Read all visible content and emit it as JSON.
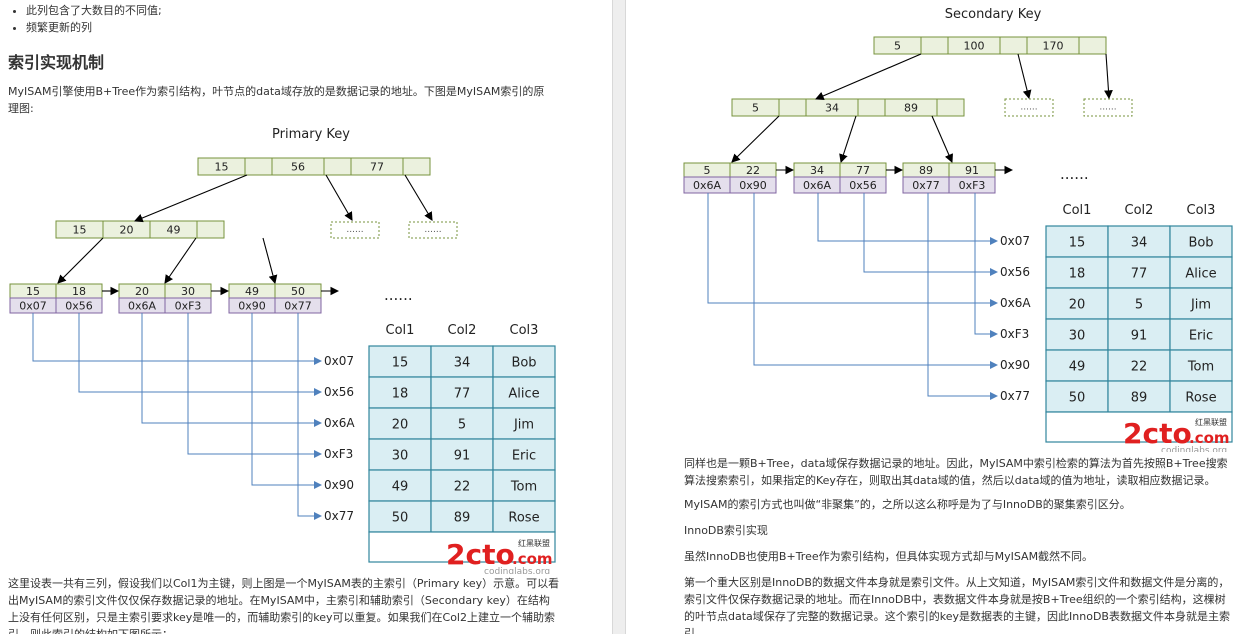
{
  "left": {
    "bullets": [
      "此列包含了大数目的不同值;",
      "频繁更新的列"
    ],
    "heading": "索引实现机制",
    "intro": "MyISAM引擎使用B+Tree作为索引结构，叶节点的data域存放的是数据记录的地址。下图是MyISAM索引的原理图:",
    "diagram": {
      "title": "Primary Key",
      "root": [
        "15",
        "",
        "56",
        "",
        "77",
        ""
      ],
      "mid": [
        "15",
        "20",
        "49",
        ""
      ],
      "placeholder": "......",
      "leaves": [
        {
          "keys": [
            "15",
            "18"
          ],
          "addrs": [
            "0x07",
            "0x56"
          ]
        },
        {
          "keys": [
            "20",
            "30"
          ],
          "addrs": [
            "0x6A",
            "0xF3"
          ]
        },
        {
          "keys": [
            "49",
            "50"
          ],
          "addrs": [
            "0x90",
            "0x77"
          ]
        }
      ],
      "ellipsis": "......",
      "pointers": [
        "0x07",
        "0x56",
        "0x6A",
        "0xF3",
        "0x90",
        "0x77"
      ],
      "headers": [
        "Col1",
        "Col2",
        "Col3"
      ],
      "rows": [
        [
          "15",
          "34",
          "Bob"
        ],
        [
          "18",
          "77",
          "Alice"
        ],
        [
          "20",
          "5",
          "Jim"
        ],
        [
          "30",
          "91",
          "Eric"
        ],
        [
          "49",
          "22",
          "Tom"
        ],
        [
          "50",
          "89",
          "Rose"
        ]
      ],
      "watermark": {
        "brand": "2cto",
        "suffix": ".com",
        "tag": "红黑联盟",
        "sub": "codinglabs.org"
      }
    },
    "para": "这里设表一共有三列，假设我们以Col1为主键，则上图是一个MyISAM表的主索引（Primary key）示意。可以看出MyISAM的索引文件仅仅保存数据记录的地址。在MyISAM中，主索引和辅助索引（Secondary key）在结构上没有任何区别，只是主索引要求key是唯一的，而辅助索引的key可以重复。如果我们在Col2上建立一个辅助索引，则此索引的结构如下图所示："
  },
  "right": {
    "diagram": {
      "title": "Secondary Key",
      "root": [
        "5",
        "",
        "100",
        "",
        "170",
        ""
      ],
      "mid": [
        "5",
        "",
        "34",
        "",
        "89",
        ""
      ],
      "placeholder": "......",
      "leaves": [
        {
          "keys": [
            "5",
            "22"
          ],
          "addrs": [
            "0x6A",
            "0x90"
          ]
        },
        {
          "keys": [
            "34",
            "77"
          ],
          "addrs": [
            "0x6A",
            "0x56"
          ]
        },
        {
          "keys": [
            "89",
            "91"
          ],
          "addrs": [
            "0x77",
            "0xF3"
          ]
        }
      ],
      "ellipsis": "......",
      "pointers": [
        "0x07",
        "0x56",
        "0x6A",
        "0xF3",
        "0x90",
        "0x77"
      ],
      "headers": [
        "Col1",
        "Col2",
        "Col3"
      ],
      "rows": [
        [
          "15",
          "34",
          "Bob"
        ],
        [
          "18",
          "77",
          "Alice"
        ],
        [
          "20",
          "5",
          "Jim"
        ],
        [
          "30",
          "91",
          "Eric"
        ],
        [
          "49",
          "22",
          "Tom"
        ],
        [
          "50",
          "89",
          "Rose"
        ]
      ],
      "watermark": {
        "brand": "2cto",
        "suffix": ".com",
        "tag": "红黑联盟",
        "sub": "codinglabs.org"
      }
    },
    "p1": "同样也是一颗B+Tree，data域保存数据记录的地址。因此，MyISAM中索引检索的算法为首先按照B+Tree搜索算法搜索索引，如果指定的Key存在，则取出其data域的值，然后以data域的值为地址，读取相应数据记录。",
    "p2": "MyISAM的索引方式也叫做“非聚集”的，之所以这么称呼是为了与InnoDB的聚集索引区分。",
    "p3": "InnoDB索引实现",
    "p4": "虽然InnoDB也使用B+Tree作为索引结构，但具体实现方式却与MyISAM截然不同。",
    "p5": "第一个重大区别是InnoDB的数据文件本身就是索引文件。从上文知道，MyISAM索引文件和数据文件是分离的，索引文件仅保存数据记录的地址。而在InnoDB中，表数据文件本身就是按B+Tree组织的一个索引结构，这棵树的叶节点data域保存了完整的数据记录。这个索引的key是数据表的主键，因此InnoDB表数据文件本身就是主索引。"
  },
  "colors": {
    "key_fill": "#ebf1de",
    "key_stroke": "#77933c",
    "addr_fill": "#e4dfec",
    "addr_stroke": "#8064a2",
    "table_fill": "#daeef3",
    "table_stroke": "#31859c",
    "link": "#4f81bd",
    "watermark_red": "#e02020"
  }
}
